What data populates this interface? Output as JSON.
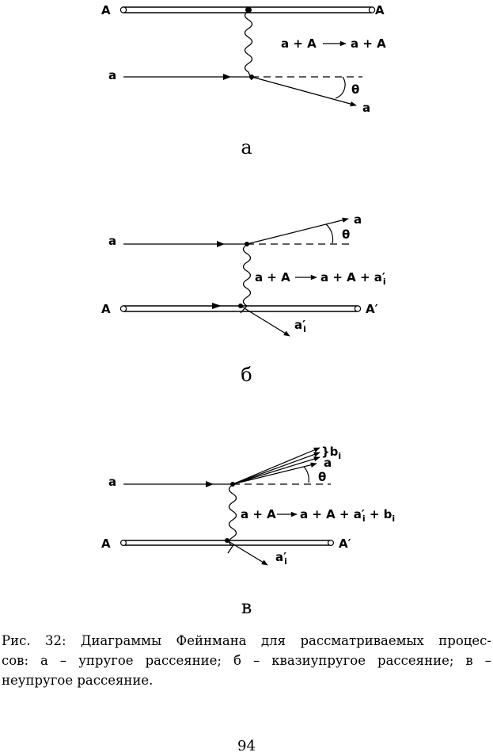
{
  "diagrams": {
    "a": {
      "panel_label": "а",
      "nucleus_left": "A",
      "nucleus_right": "A",
      "projectile": "a",
      "reaction": "a + A",
      "products": "a + A",
      "angle": "θ",
      "scattered": "a"
    },
    "b": {
      "panel_label": "б",
      "projectile": "a",
      "scattered": "a",
      "angle": "θ",
      "reaction": "a + A",
      "products": "a + A + a",
      "products_prime": "′",
      "products_sub": "i",
      "nucleus_left": "A",
      "nucleus_right": "A′",
      "knockout": "a",
      "knockout_prime": "′",
      "knockout_sub": "i"
    },
    "c": {
      "panel_label": "в",
      "projectile": "a",
      "bundle": "}b",
      "bundle_sub": "i",
      "scattered": "a",
      "angle": "θ",
      "reaction": "a + A",
      "products": "a + A + a",
      "products_prime": "′",
      "products_sub": "i",
      "products_tail": " + b",
      "products_tail_sub": "i",
      "nucleus_left": "A",
      "nucleus_right": "A′",
      "knockout": "a",
      "knockout_prime": "′",
      "knockout_sub": "i"
    }
  },
  "caption": {
    "line1": "Рис. 32: Диаграммы Фейнмана для рассматриваемых процес-",
    "line2": "сов: а – упругое рассеяние; б – квазиупругое рассеяние; в –",
    "line3": "неупругое рассеяние."
  },
  "page_number": "94"
}
